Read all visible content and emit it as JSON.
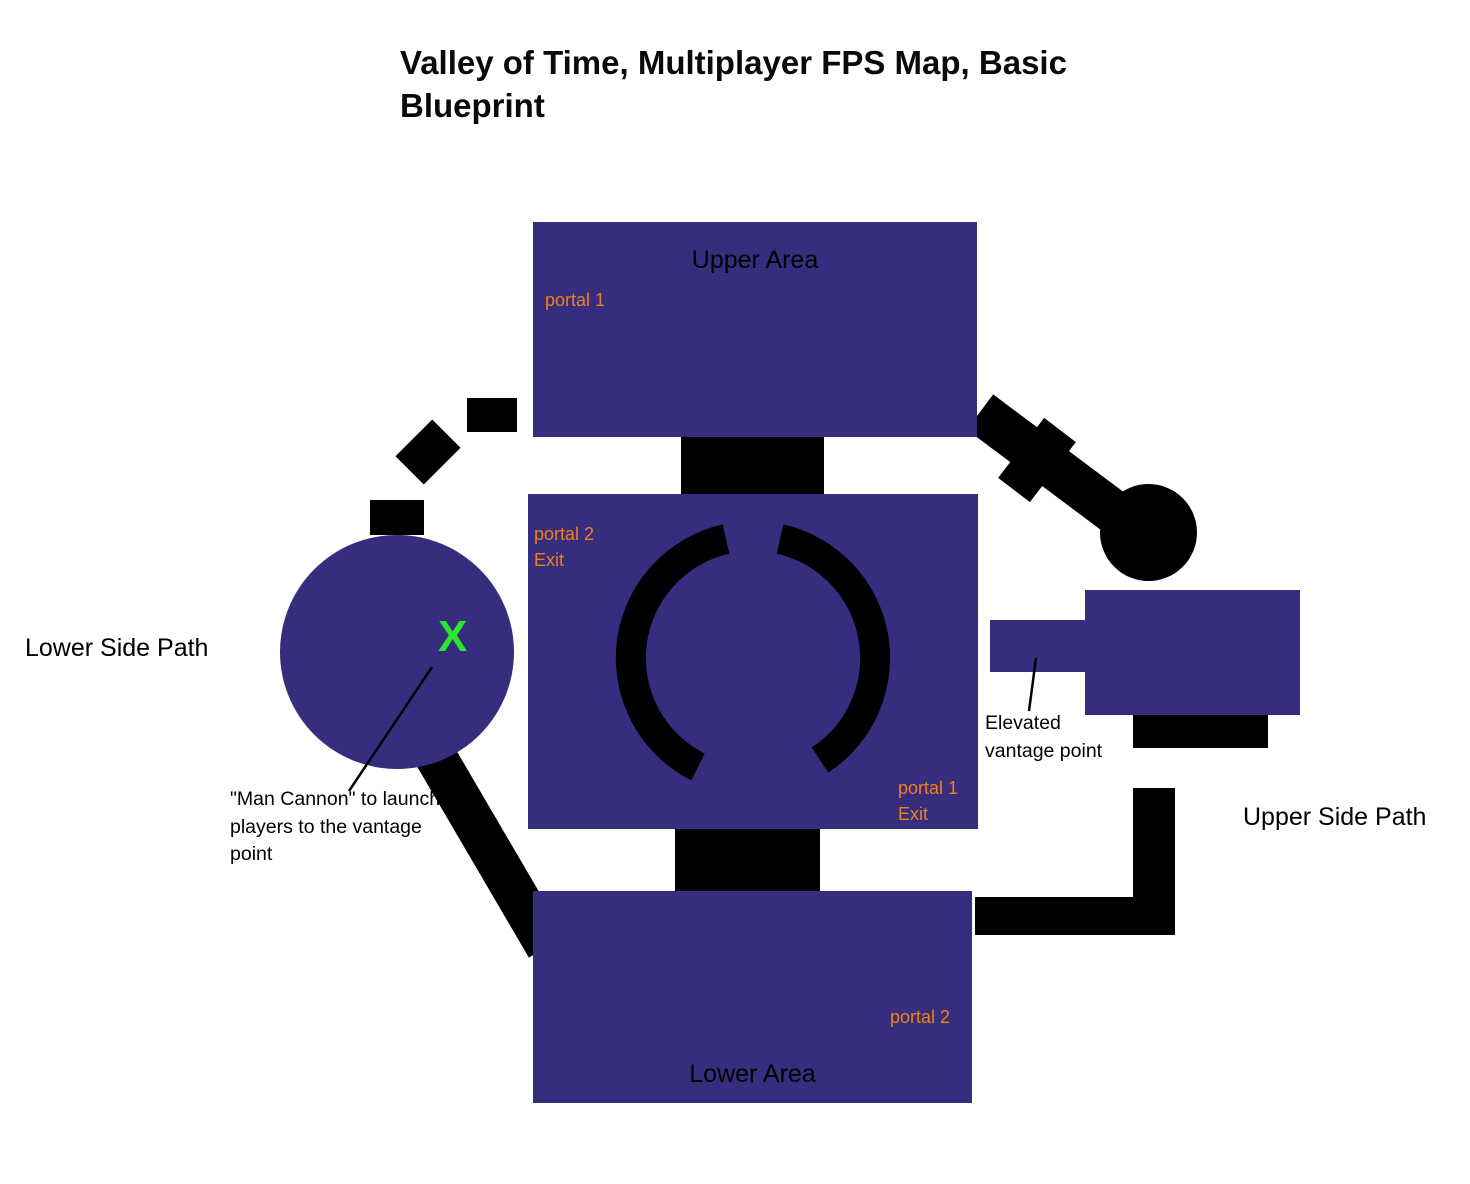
{
  "title": "Valley of Time, Multiplayer FPS Map, Basic Blueprint",
  "upper_area": {
    "label": "Upper Area",
    "portal1": "portal 1"
  },
  "central_area": {
    "portal2": "portal 2",
    "portal2_exit": "Exit",
    "portal1": "portal 1",
    "portal1_exit": "Exit"
  },
  "lower_area": {
    "label": "Lower Area",
    "portal2": "portal 2"
  },
  "lower_side_path": {
    "label": "Lower Side Path",
    "marker": "X"
  },
  "upper_side_path": {
    "label": "Upper Side Path"
  },
  "annotations": {
    "man_cannon": "\"Man Cannon\" to launch players to the vantage point",
    "elevated_vantage": "Elevated vantage point"
  },
  "colors": {
    "area-fill": "#372d7e",
    "path-fill": "#000000",
    "portal-label": "#f08019",
    "marker-green": "#2de52d"
  }
}
